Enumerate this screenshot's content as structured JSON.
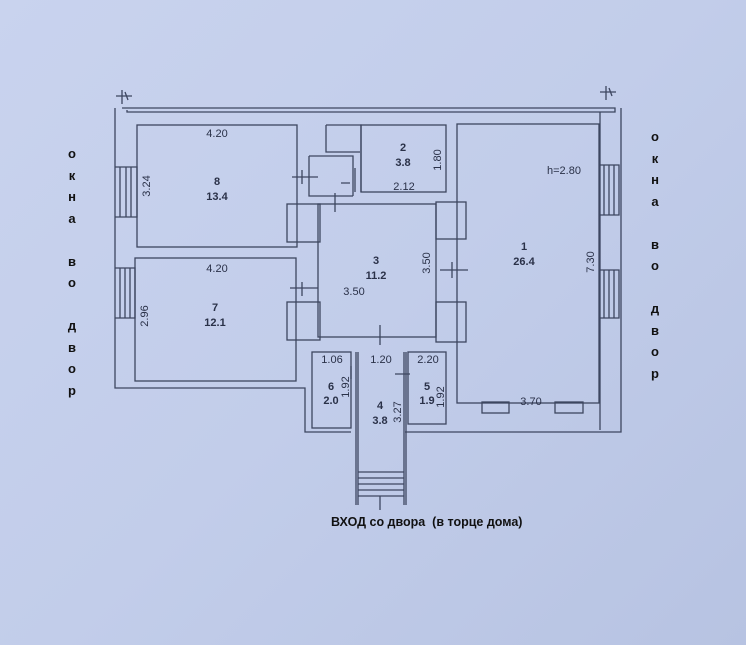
{
  "rooms": [
    {
      "num": "1",
      "area": "26.4"
    },
    {
      "num": "2",
      "area": "3.8"
    },
    {
      "num": "3",
      "area": "11.2"
    },
    {
      "num": "4",
      "area": "3.8"
    },
    {
      "num": "5",
      "area": "1.9"
    },
    {
      "num": "6",
      "area": "2.0"
    },
    {
      "num": "7",
      "area": "12.1"
    },
    {
      "num": "8",
      "area": "13.4"
    }
  ],
  "dims": {
    "r8_w": "4.20",
    "r8_h": "3.24",
    "r7_w": "4.20",
    "r7_h": "2.96",
    "r2_w": "2.12",
    "r2_h": "1.80",
    "r3_w": "3.50",
    "r3_h": "3.50",
    "r1_w": "3.70",
    "r1_h": "7.30",
    "ceiling": "h=2.80",
    "r6_w": "1.06",
    "r6_h": "1.92",
    "r4_w": "1.20",
    "r4_h": "3.27",
    "r5_w": "2.20",
    "r5_h": "1.92"
  },
  "left_note": [
    "о",
    "к",
    "н",
    "а",
    "",
    "в",
    "о",
    "",
    "д",
    "в",
    "о",
    "р"
  ],
  "right_note": [
    "о",
    "к",
    "н",
    "а",
    "",
    "в",
    "о",
    "",
    "д",
    "в",
    "о",
    "р"
  ],
  "caption": "ВХОД со двора  (в торце дома)"
}
